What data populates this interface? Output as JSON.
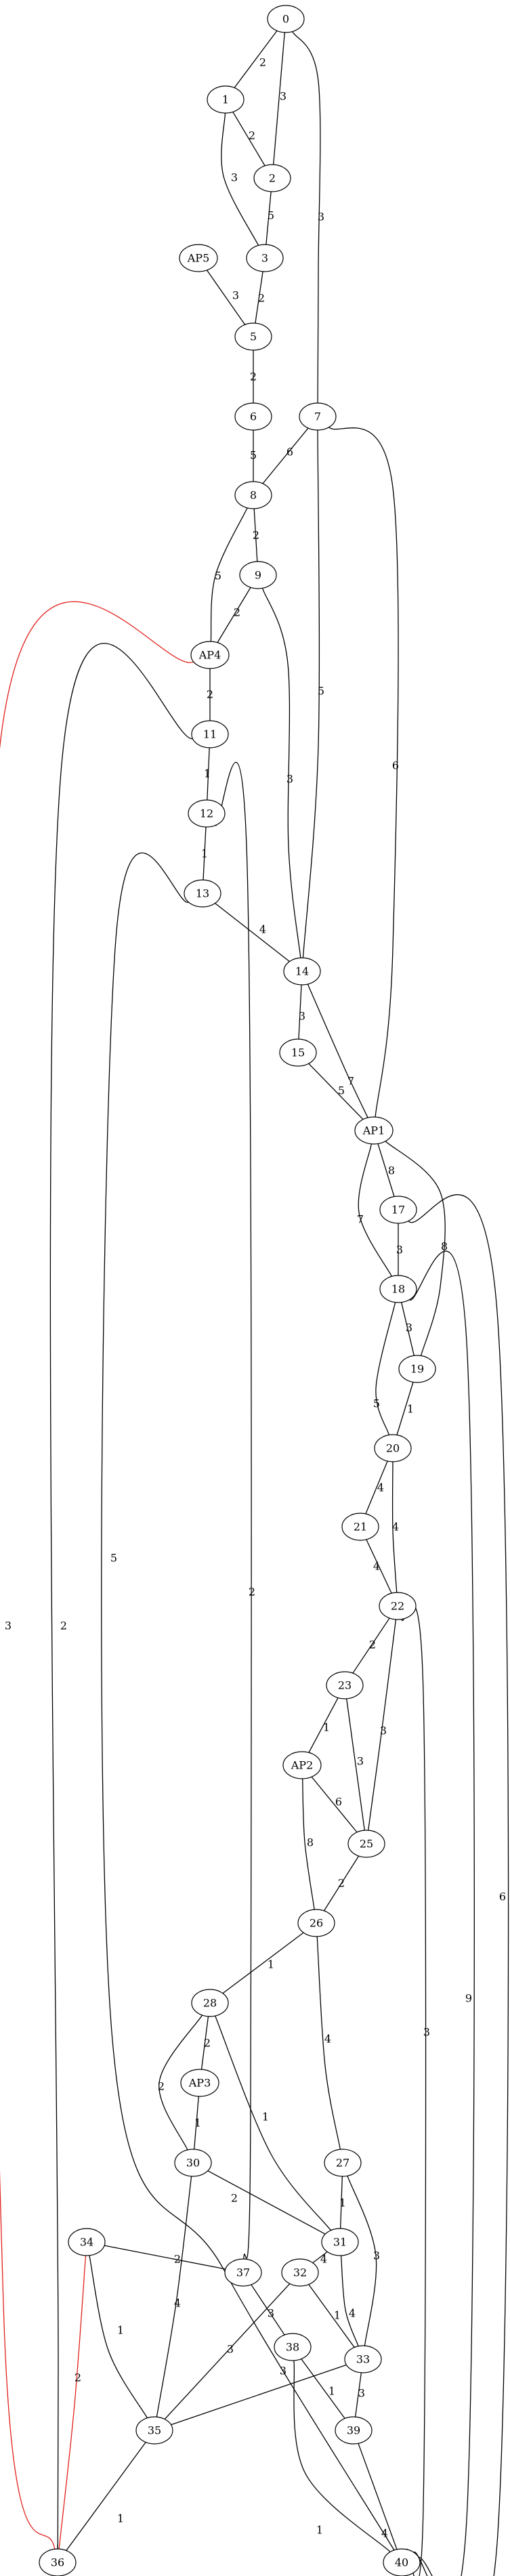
{
  "colors": {
    "default_edge": "#000000",
    "highlight_edge": "#e0201b"
  },
  "nodes": [
    {
      "id": "0",
      "label": "0"
    },
    {
      "id": "1",
      "label": "1"
    },
    {
      "id": "2",
      "label": "2"
    },
    {
      "id": "AP5",
      "label": "AP5"
    },
    {
      "id": "3",
      "label": "3"
    },
    {
      "id": "5",
      "label": "5"
    },
    {
      "id": "6",
      "label": "6"
    },
    {
      "id": "7",
      "label": "7"
    },
    {
      "id": "8",
      "label": "8"
    },
    {
      "id": "9",
      "label": "9"
    },
    {
      "id": "AP4",
      "label": "AP4"
    },
    {
      "id": "11",
      "label": "11"
    },
    {
      "id": "12",
      "label": "12"
    },
    {
      "id": "13",
      "label": "13"
    },
    {
      "id": "14",
      "label": "14"
    },
    {
      "id": "15",
      "label": "15"
    },
    {
      "id": "AP1",
      "label": "AP1"
    },
    {
      "id": "17",
      "label": "17"
    },
    {
      "id": "18",
      "label": "18"
    },
    {
      "id": "19",
      "label": "19"
    },
    {
      "id": "20",
      "label": "20"
    },
    {
      "id": "21",
      "label": "21"
    },
    {
      "id": "22",
      "label": "22"
    },
    {
      "id": "23",
      "label": "23"
    },
    {
      "id": "AP2",
      "label": "AP2"
    },
    {
      "id": "25",
      "label": "25"
    },
    {
      "id": "26",
      "label": "26"
    },
    {
      "id": "28",
      "label": "28"
    },
    {
      "id": "AP3",
      "label": "AP3"
    },
    {
      "id": "30",
      "label": "30"
    },
    {
      "id": "27",
      "label": "27"
    },
    {
      "id": "31",
      "label": "31"
    },
    {
      "id": "34",
      "label": "34"
    },
    {
      "id": "37",
      "label": "37"
    },
    {
      "id": "32",
      "label": "32"
    },
    {
      "id": "38",
      "label": "38"
    },
    {
      "id": "33",
      "label": "33"
    },
    {
      "id": "39",
      "label": "39"
    },
    {
      "id": "35",
      "label": "35"
    },
    {
      "id": "36",
      "label": "36"
    },
    {
      "id": "40",
      "label": "40"
    }
  ],
  "edges": [
    {
      "from": "0",
      "to": "1",
      "label": "2"
    },
    {
      "from": "0",
      "to": "2",
      "label": "3"
    },
    {
      "from": "0",
      "to": "7",
      "label": "3"
    },
    {
      "from": "1",
      "to": "2",
      "label": "2"
    },
    {
      "from": "1",
      "to": "3",
      "label": "3"
    },
    {
      "from": "2",
      "to": "3",
      "label": "5"
    },
    {
      "from": "3",
      "to": "5",
      "label": "2"
    },
    {
      "from": "AP5",
      "to": "5",
      "label": "3"
    },
    {
      "from": "5",
      "to": "6",
      "label": "2"
    },
    {
      "from": "6",
      "to": "8",
      "label": "5"
    },
    {
      "from": "7",
      "to": "8",
      "label": "6"
    },
    {
      "from": "7",
      "to": "14",
      "label": "5"
    },
    {
      "from": "7",
      "to": "AP1",
      "label": "6"
    },
    {
      "from": "8",
      "to": "9",
      "label": "2"
    },
    {
      "from": "8",
      "to": "AP4",
      "label": "5"
    },
    {
      "from": "9",
      "to": "AP4",
      "label": "2"
    },
    {
      "from": "9",
      "to": "14",
      "label": "3"
    },
    {
      "from": "AP4",
      "to": "11",
      "label": "2"
    },
    {
      "from": "AP4",
      "to": "36",
      "label": "3",
      "highlight": true
    },
    {
      "from": "11",
      "to": "12",
      "label": "1"
    },
    {
      "from": "11",
      "to": "36",
      "label": "2"
    },
    {
      "from": "12",
      "to": "13",
      "label": "1"
    },
    {
      "from": "12",
      "to": "37",
      "label": "2"
    },
    {
      "from": "13",
      "to": "14",
      "label": "4"
    },
    {
      "from": "13",
      "to": "40",
      "label": "5"
    },
    {
      "from": "14",
      "to": "15",
      "label": "3"
    },
    {
      "from": "14",
      "to": "AP1",
      "label": "7"
    },
    {
      "from": "15",
      "to": "AP1",
      "label": "5"
    },
    {
      "from": "AP1",
      "to": "17",
      "label": "8"
    },
    {
      "from": "AP1",
      "to": "18",
      "label": "7"
    },
    {
      "from": "AP1",
      "to": "19",
      "label": "8"
    },
    {
      "from": "17",
      "to": "18",
      "label": "3"
    },
    {
      "from": "17",
      "to": "40",
      "label": "6"
    },
    {
      "from": "18",
      "to": "19",
      "label": "3"
    },
    {
      "from": "18",
      "to": "20",
      "label": "5"
    },
    {
      "from": "18",
      "to": "40",
      "label": "9"
    },
    {
      "from": "19",
      "to": "20",
      "label": "1"
    },
    {
      "from": "20",
      "to": "21",
      "label": "4"
    },
    {
      "from": "20",
      "to": "22",
      "label": "4"
    },
    {
      "from": "21",
      "to": "22",
      "label": "4"
    },
    {
      "from": "22",
      "to": "23",
      "label": "2"
    },
    {
      "from": "22",
      "to": "25",
      "label": "3"
    },
    {
      "from": "22",
      "to": "40",
      "label": "3"
    },
    {
      "from": "23",
      "to": "AP2",
      "label": "1"
    },
    {
      "from": "23",
      "to": "25",
      "label": "3"
    },
    {
      "from": "AP2",
      "to": "25",
      "label": "6"
    },
    {
      "from": "AP2",
      "to": "26",
      "label": "8"
    },
    {
      "from": "25",
      "to": "26",
      "label": "2"
    },
    {
      "from": "26",
      "to": "28",
      "label": "1"
    },
    {
      "from": "26",
      "to": "27",
      "label": "4"
    },
    {
      "from": "28",
      "to": "AP3",
      "label": "2"
    },
    {
      "from": "28",
      "to": "30",
      "label": "2"
    },
    {
      "from": "28",
      "to": "31",
      "label": "1"
    },
    {
      "from": "AP3",
      "to": "30",
      "label": "1"
    },
    {
      "from": "30",
      "to": "31",
      "label": "2"
    },
    {
      "from": "30",
      "to": "35",
      "label": "4"
    },
    {
      "from": "27",
      "to": "31",
      "label": "1"
    },
    {
      "from": "27",
      "to": "33",
      "label": "3"
    },
    {
      "from": "31",
      "to": "32",
      "label": "4"
    },
    {
      "from": "31",
      "to": "33",
      "label": "4"
    },
    {
      "from": "34",
      "to": "37",
      "label": "2"
    },
    {
      "from": "34",
      "to": "35",
      "label": "1"
    },
    {
      "from": "34",
      "to": "36",
      "label": "2",
      "highlight": true
    },
    {
      "from": "37",
      "to": "38",
      "label": "3"
    },
    {
      "from": "32",
      "to": "33",
      "label": "1"
    },
    {
      "from": "32",
      "to": "35",
      "label": "3"
    },
    {
      "from": "38",
      "to": "39",
      "label": "1"
    },
    {
      "from": "38",
      "to": "40",
      "label": "1"
    },
    {
      "from": "33",
      "to": "39",
      "label": "3"
    },
    {
      "from": "33",
      "to": "35",
      "label": "3"
    },
    {
      "from": "39",
      "to": "40",
      "label": "4"
    },
    {
      "from": "35",
      "to": "36",
      "label": "1"
    }
  ]
}
